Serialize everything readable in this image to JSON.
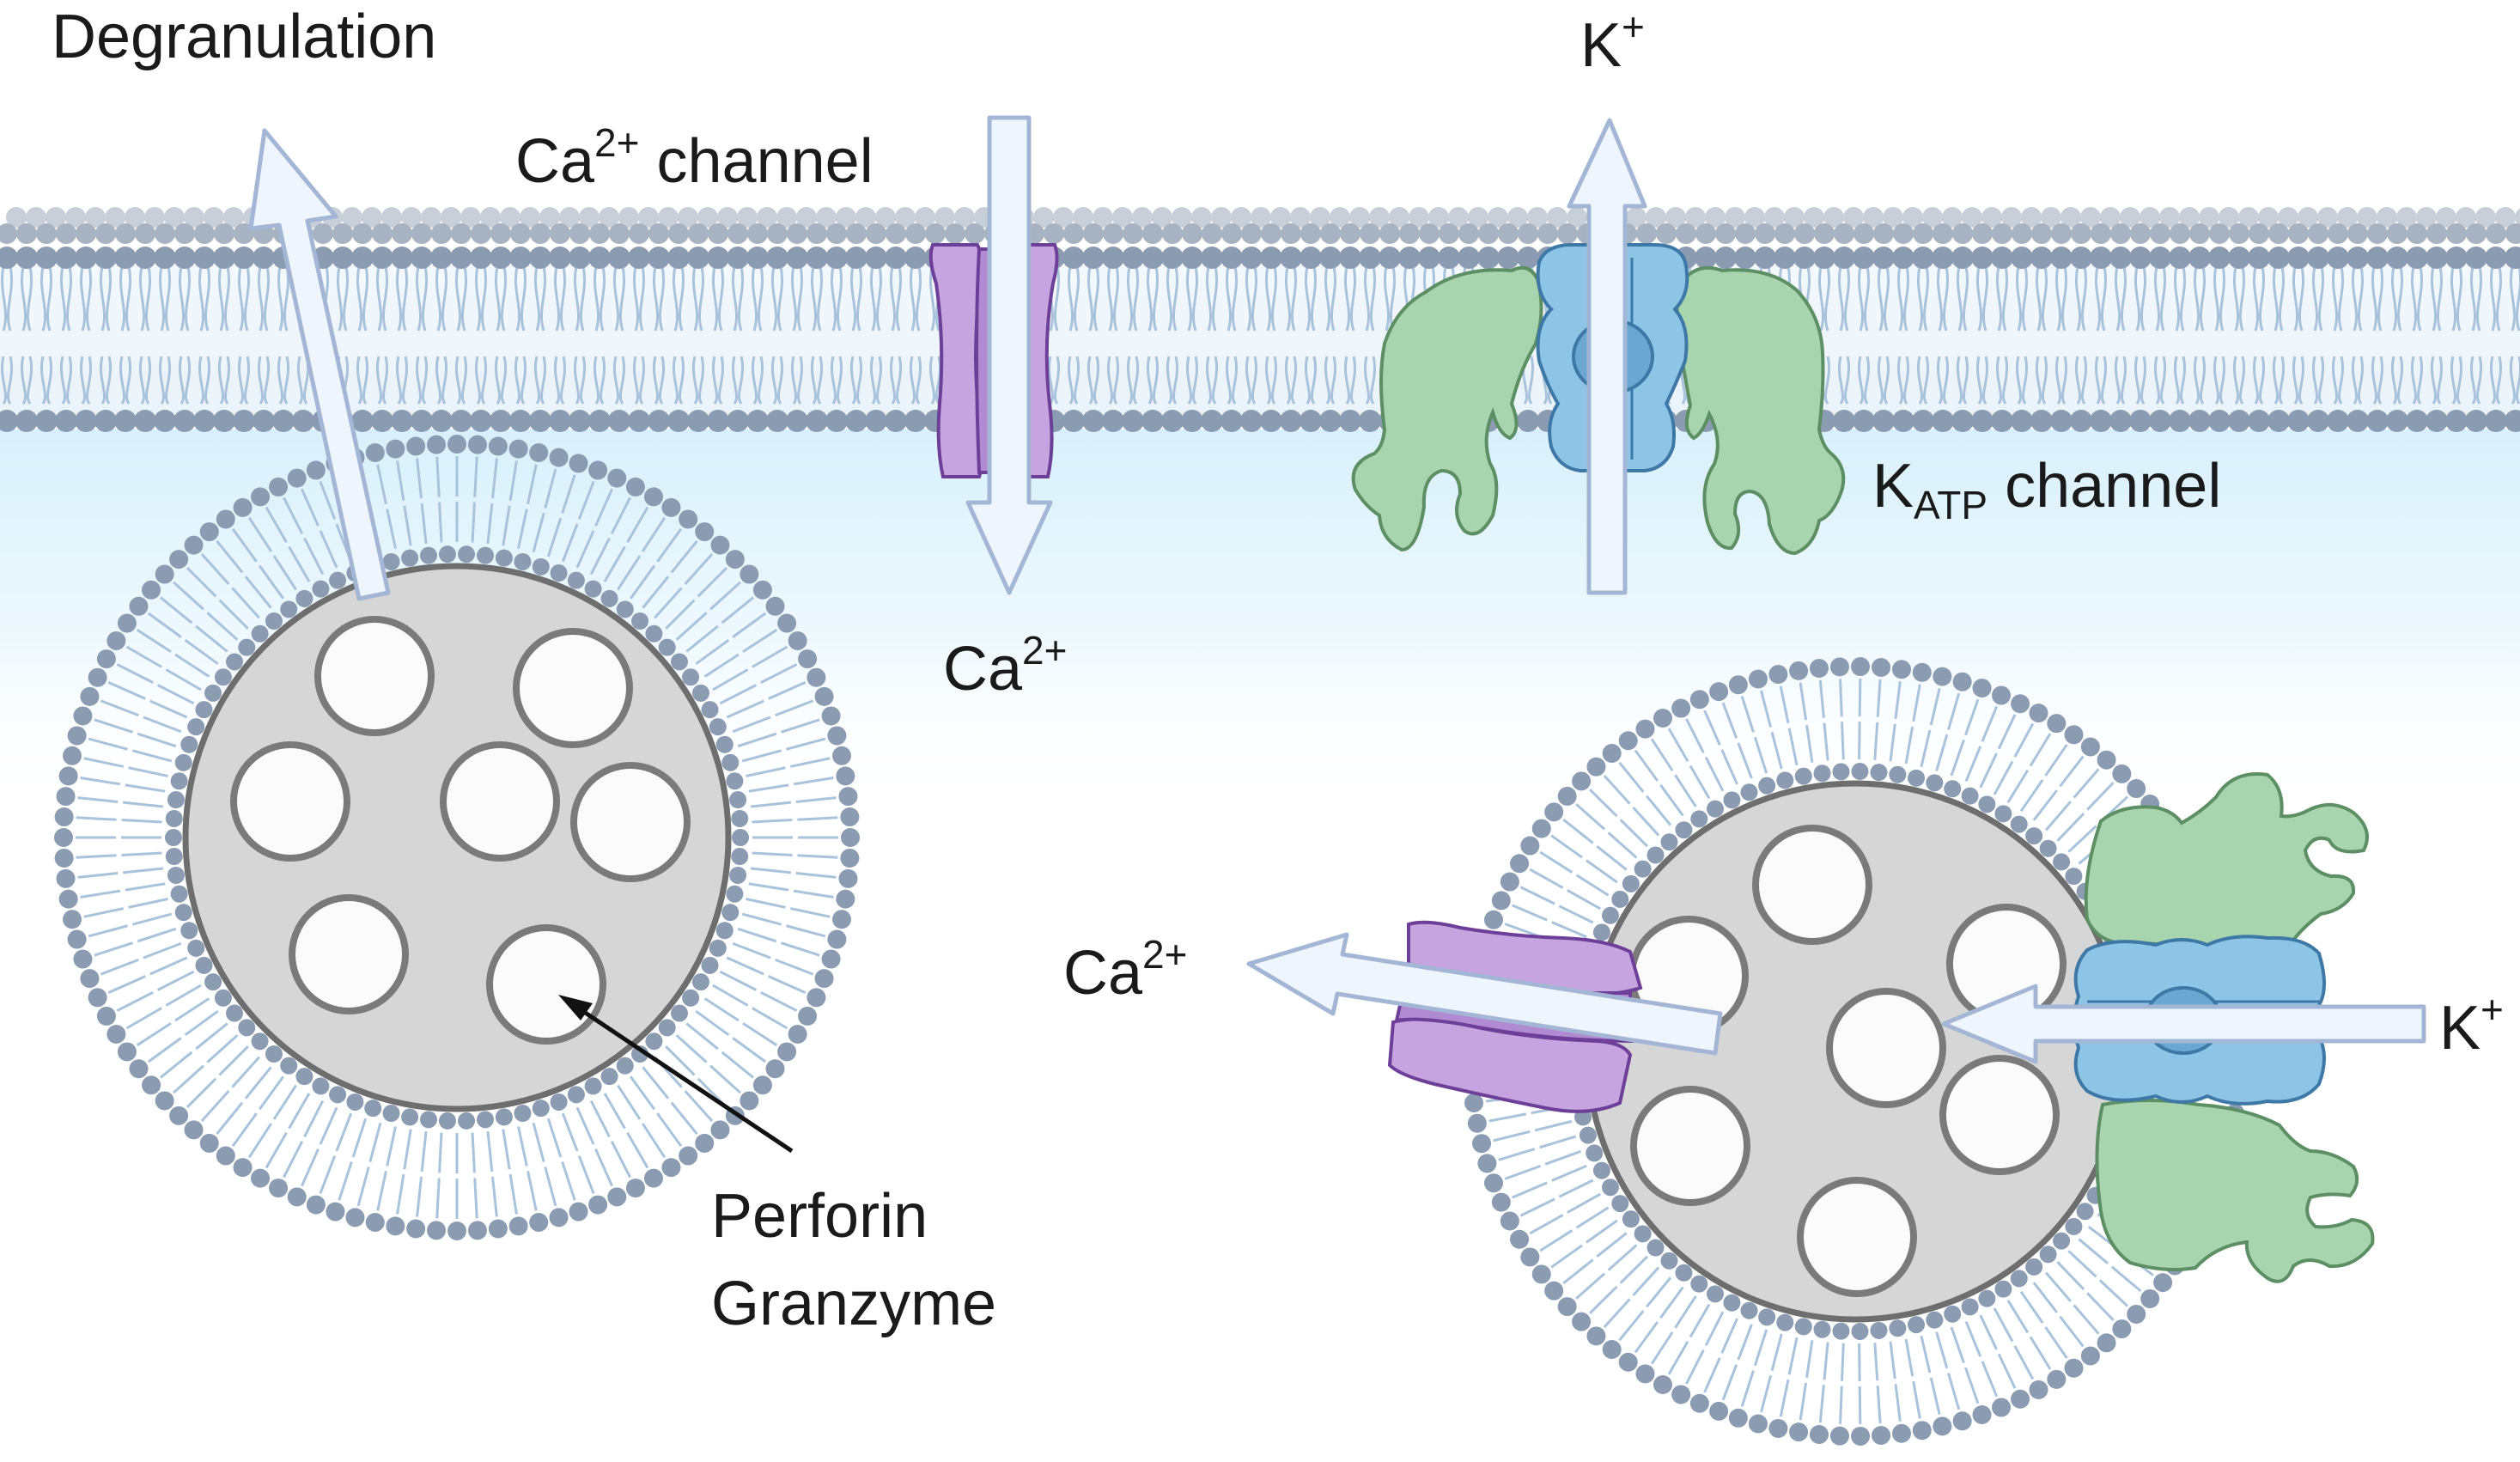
{
  "labels": {
    "degranulation": "Degranulation",
    "ca_channel": {
      "main": "Ca",
      "sup": "2+",
      "rest": " channel"
    },
    "k_top": {
      "main": "K",
      "sup": "+"
    },
    "katp_channel": {
      "main": "K",
      "sub": "ATP",
      "rest": " channel"
    },
    "ca_top": {
      "main": "Ca",
      "sup": "2+"
    },
    "ca_bottom": {
      "main": "Ca",
      "sup": "2+"
    },
    "k_right": {
      "main": "K",
      "sup": "+"
    },
    "perforin": "Perforin",
    "granzyme": "Granzyme"
  },
  "colors": {
    "membrane_head": "#8a9bb2",
    "membrane_tail": "#a9c3dc",
    "cytosol": "#dff3fb",
    "vesicle_core": "#d6d6d6",
    "granule_stroke": "#7a7a7a",
    "ca_channel": "#c5a4e0",
    "katp_blue": "#8ec4e6",
    "katp_green": "#a8d4ae",
    "arrow_fill": "#eef5fc",
    "arrow_stroke": "#a3b6d6"
  },
  "icons": [
    "ca-channel-icon",
    "katp-channel-icon",
    "vesicle-icon",
    "granule-icon",
    "arrow-icon"
  ]
}
